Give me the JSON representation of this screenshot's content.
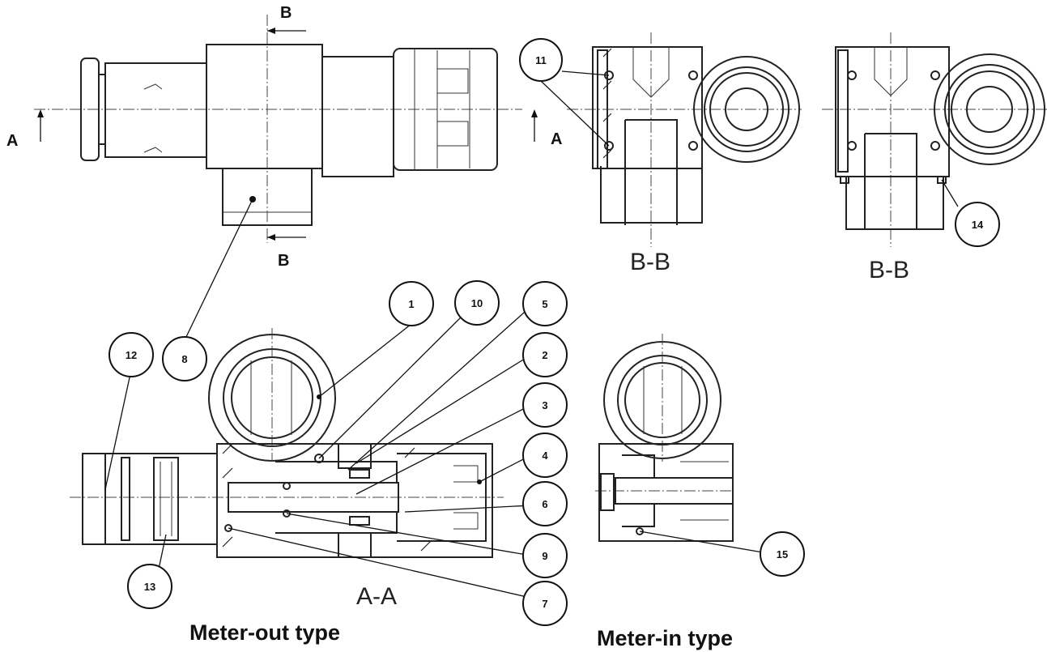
{
  "section_markers": {
    "top_b": "B",
    "bottom_b": "B",
    "left_a": "A",
    "right_a": "A"
  },
  "section_captions": {
    "bb_left": "B-B",
    "bb_right": "B-B",
    "aa": "A-A"
  },
  "type_captions": {
    "meter_out": "Meter-out type",
    "meter_in": "Meter-in type"
  },
  "callouts": [
    {
      "id": "callout-1",
      "label": "1"
    },
    {
      "id": "callout-2",
      "label": "2"
    },
    {
      "id": "callout-3",
      "label": "3"
    },
    {
      "id": "callout-4",
      "label": "4"
    },
    {
      "id": "callout-5",
      "label": "5"
    },
    {
      "id": "callout-6",
      "label": "6"
    },
    {
      "id": "callout-7",
      "label": "7"
    },
    {
      "id": "callout-8",
      "label": "8"
    },
    {
      "id": "callout-9",
      "label": "9"
    },
    {
      "id": "callout-10",
      "label": "10"
    },
    {
      "id": "callout-11",
      "label": "11"
    },
    {
      "id": "callout-12",
      "label": "12"
    },
    {
      "id": "callout-13",
      "label": "13"
    },
    {
      "id": "callout-14",
      "label": "14"
    },
    {
      "id": "callout-15",
      "label": "15"
    }
  ]
}
